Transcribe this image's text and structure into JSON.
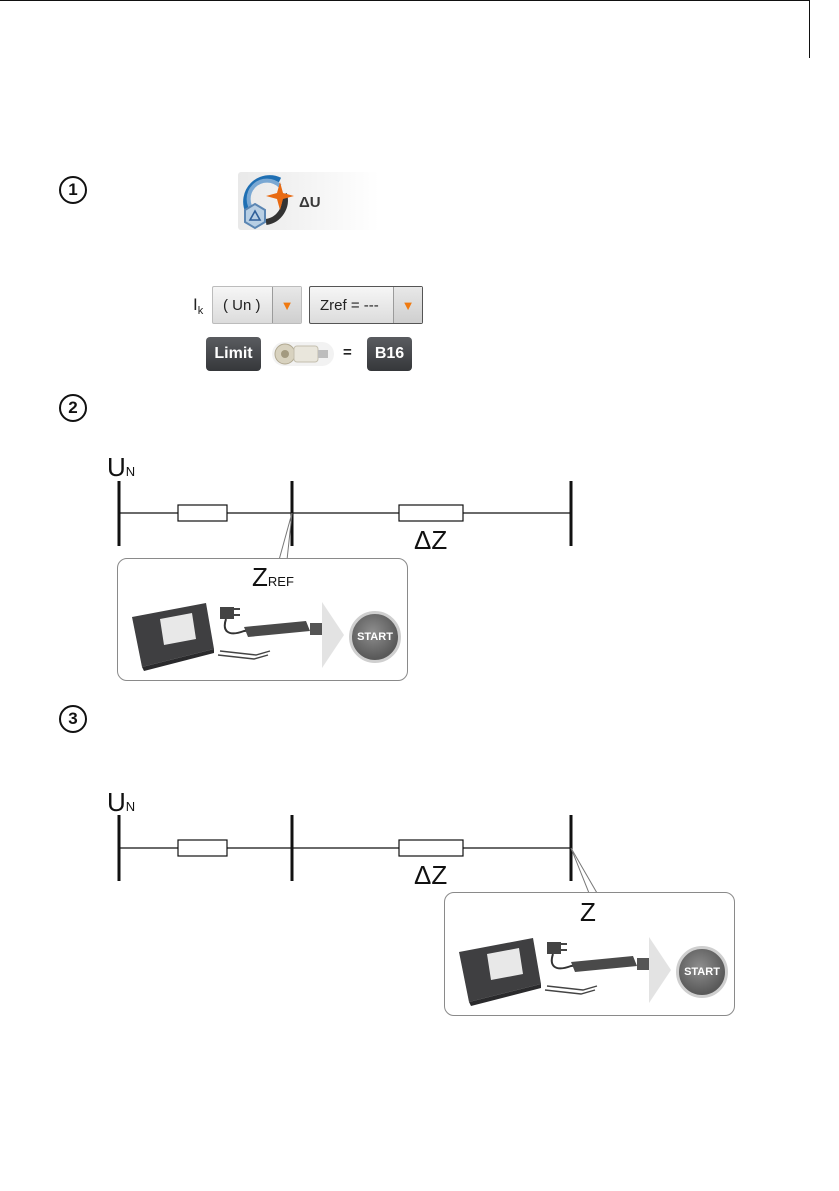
{
  "steps": [
    "1",
    "2",
    "3"
  ],
  "mode_button": {
    "label": "ΔU",
    "icon": "delta-u-measurement-icon"
  },
  "ik": {
    "main": "I",
    "sub": "k"
  },
  "selectors": {
    "voltage": "( Un )",
    "zref": "Zref = ---"
  },
  "limit": {
    "label": "Limit",
    "equals": "=",
    "value": "B16",
    "icon": "fuse-icon"
  },
  "diagram1": {
    "un_main": "U",
    "un_sub": "N",
    "delta_z": "ΔZ",
    "probe_main": "Z",
    "probe_sub": "REF",
    "start": "START"
  },
  "diagram2": {
    "un_main": "U",
    "un_sub": "N",
    "delta_z": "ΔZ",
    "probe_main": "Z",
    "start": "START"
  },
  "colors": {
    "accent_orange": "#f07a10",
    "button_dark": "#3d3f42",
    "line": "#111111",
    "card_border": "#8a8a8a"
  }
}
